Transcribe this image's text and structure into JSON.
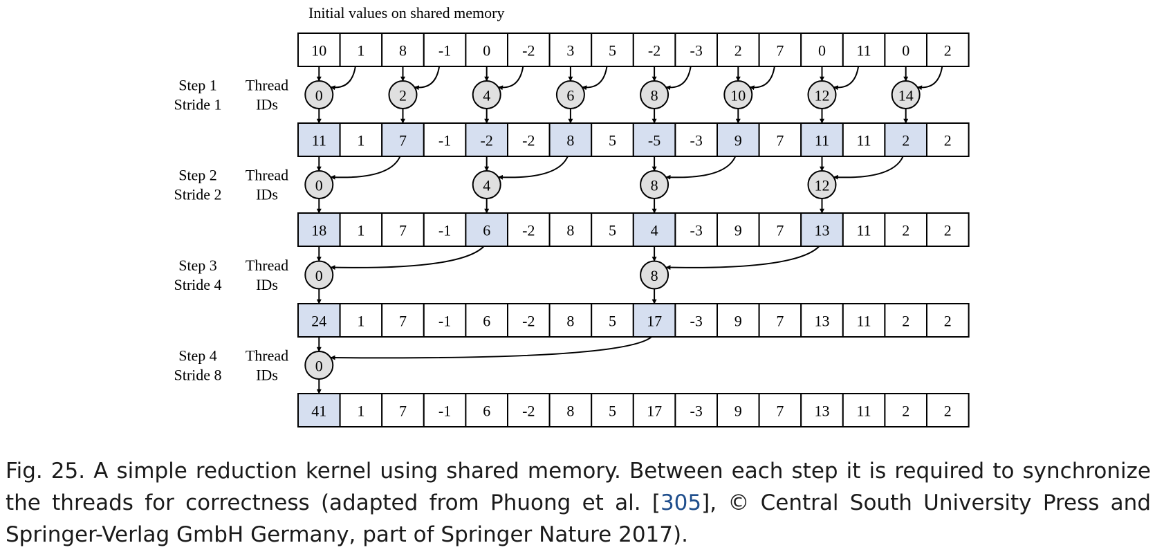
{
  "diagram": {
    "top_label": "Initial values on shared memory",
    "thread_label_line1": "Thread",
    "thread_label_line2": "IDs",
    "colors": {
      "highlight_cell": "#d6dff0",
      "thread_circle": "#e0e0e0",
      "stroke": "#000000"
    },
    "initial_row": [
      "10",
      "1",
      "8",
      "-1",
      "0",
      "-2",
      "3",
      "5",
      "-2",
      "-3",
      "2",
      "7",
      "0",
      "11",
      "0",
      "2"
    ],
    "steps": [
      {
        "step_label": "Step 1",
        "stride_label": "Stride 1",
        "stride": 1,
        "thread_ids": [
          "0",
          "2",
          "4",
          "6",
          "8",
          "10",
          "12",
          "14"
        ],
        "result_row": [
          "11",
          "1",
          "7",
          "-1",
          "-2",
          "-2",
          "8",
          "5",
          "-5",
          "-3",
          "9",
          "7",
          "11",
          "11",
          "2",
          "2"
        ]
      },
      {
        "step_label": "Step 2",
        "stride_label": "Stride 2",
        "stride": 2,
        "thread_ids": [
          "0",
          "4",
          "8",
          "12"
        ],
        "result_row": [
          "18",
          "1",
          "7",
          "-1",
          "6",
          "-2",
          "8",
          "5",
          "4",
          "-3",
          "9",
          "7",
          "13",
          "11",
          "2",
          "2"
        ]
      },
      {
        "step_label": "Step 3",
        "stride_label": "Stride 4",
        "stride": 4,
        "thread_ids": [
          "0",
          "8"
        ],
        "result_row": [
          "24",
          "1",
          "7",
          "-1",
          "6",
          "-2",
          "8",
          "5",
          "17",
          "-3",
          "9",
          "7",
          "13",
          "11",
          "2",
          "2"
        ]
      },
      {
        "step_label": "Step 4",
        "stride_label": "Stride 8",
        "stride": 8,
        "thread_ids": [
          "0"
        ],
        "result_row": [
          "41",
          "1",
          "7",
          "-1",
          "6",
          "-2",
          "8",
          "5",
          "17",
          "-3",
          "9",
          "7",
          "13",
          "11",
          "2",
          "2"
        ]
      }
    ]
  },
  "caption": {
    "prefix": "Fig. 25.  A simple reduction kernel using shared memory. Between each step it is required to synchronize the threads for correctness (adapted from Phuong et al. [",
    "ref": "305",
    "suffix": "], © Central South University Press and Springer-Verlag GmbH Germany, part of Springer Nature 2017)."
  }
}
